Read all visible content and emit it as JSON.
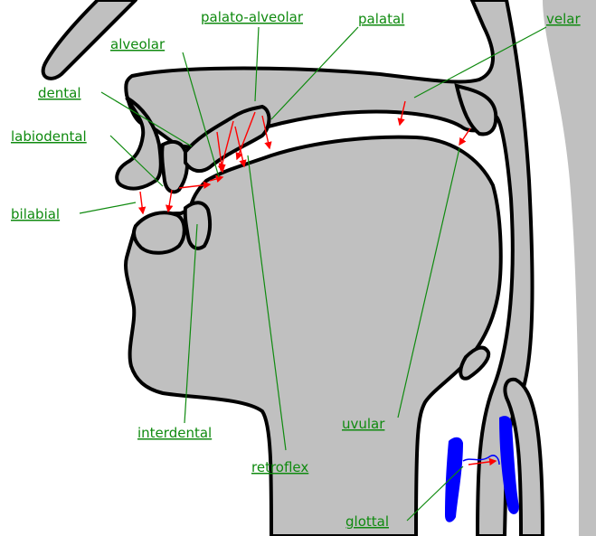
{
  "labels": {
    "palato_alveolar": "palato-alveolar",
    "palatal": "palatal",
    "velar": "velar",
    "alveolar": "alveolar",
    "dental": "dental",
    "labiodental": "labiodental",
    "bilabial": "bilabial",
    "interdental": "interdental",
    "uvular": "uvular",
    "retroflex": "retroflex",
    "glottal": "glottal"
  },
  "colors": {
    "tissue": "#c0c0c0",
    "outline": "#000000",
    "label": "#0f8a0f",
    "leader": "#0f8a0f",
    "arrow": "#ff0000",
    "glottis": "#0000ff"
  }
}
